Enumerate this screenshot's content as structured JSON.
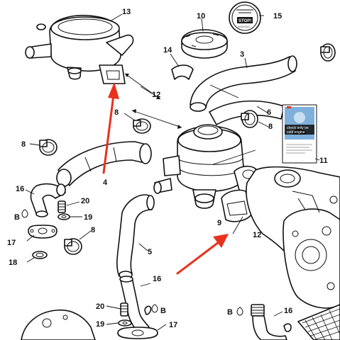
{
  "labels": {
    "l13": "13",
    "l10": "10",
    "l15": "15",
    "l14": "14",
    "l3": "3",
    "l12a": "12",
    "l6": "6",
    "l8a": "8",
    "l8b": "8",
    "l8c": "8",
    "l8d": "8",
    "l11": "11",
    "l4": "4",
    "l16a": "16",
    "l20a": "20",
    "l19a": "19",
    "lBa": "B",
    "l17a": "17",
    "l18": "18",
    "l5": "5",
    "l9": "9",
    "l12b": "12",
    "l16b": "16",
    "l20b": "20",
    "lBb": "B",
    "l19b": "19",
    "l17b": "17",
    "lBc": "B",
    "l16c": "16"
  },
  "cap": {
    "line1": "STOP!",
    "line2": "WARNING"
  },
  "decal": {
    "line1": "check only on",
    "line2": "cold engine"
  },
  "colors": {
    "arrow": "#e8321e",
    "decal_blue": "#7fb0dc",
    "line": "#111111"
  }
}
